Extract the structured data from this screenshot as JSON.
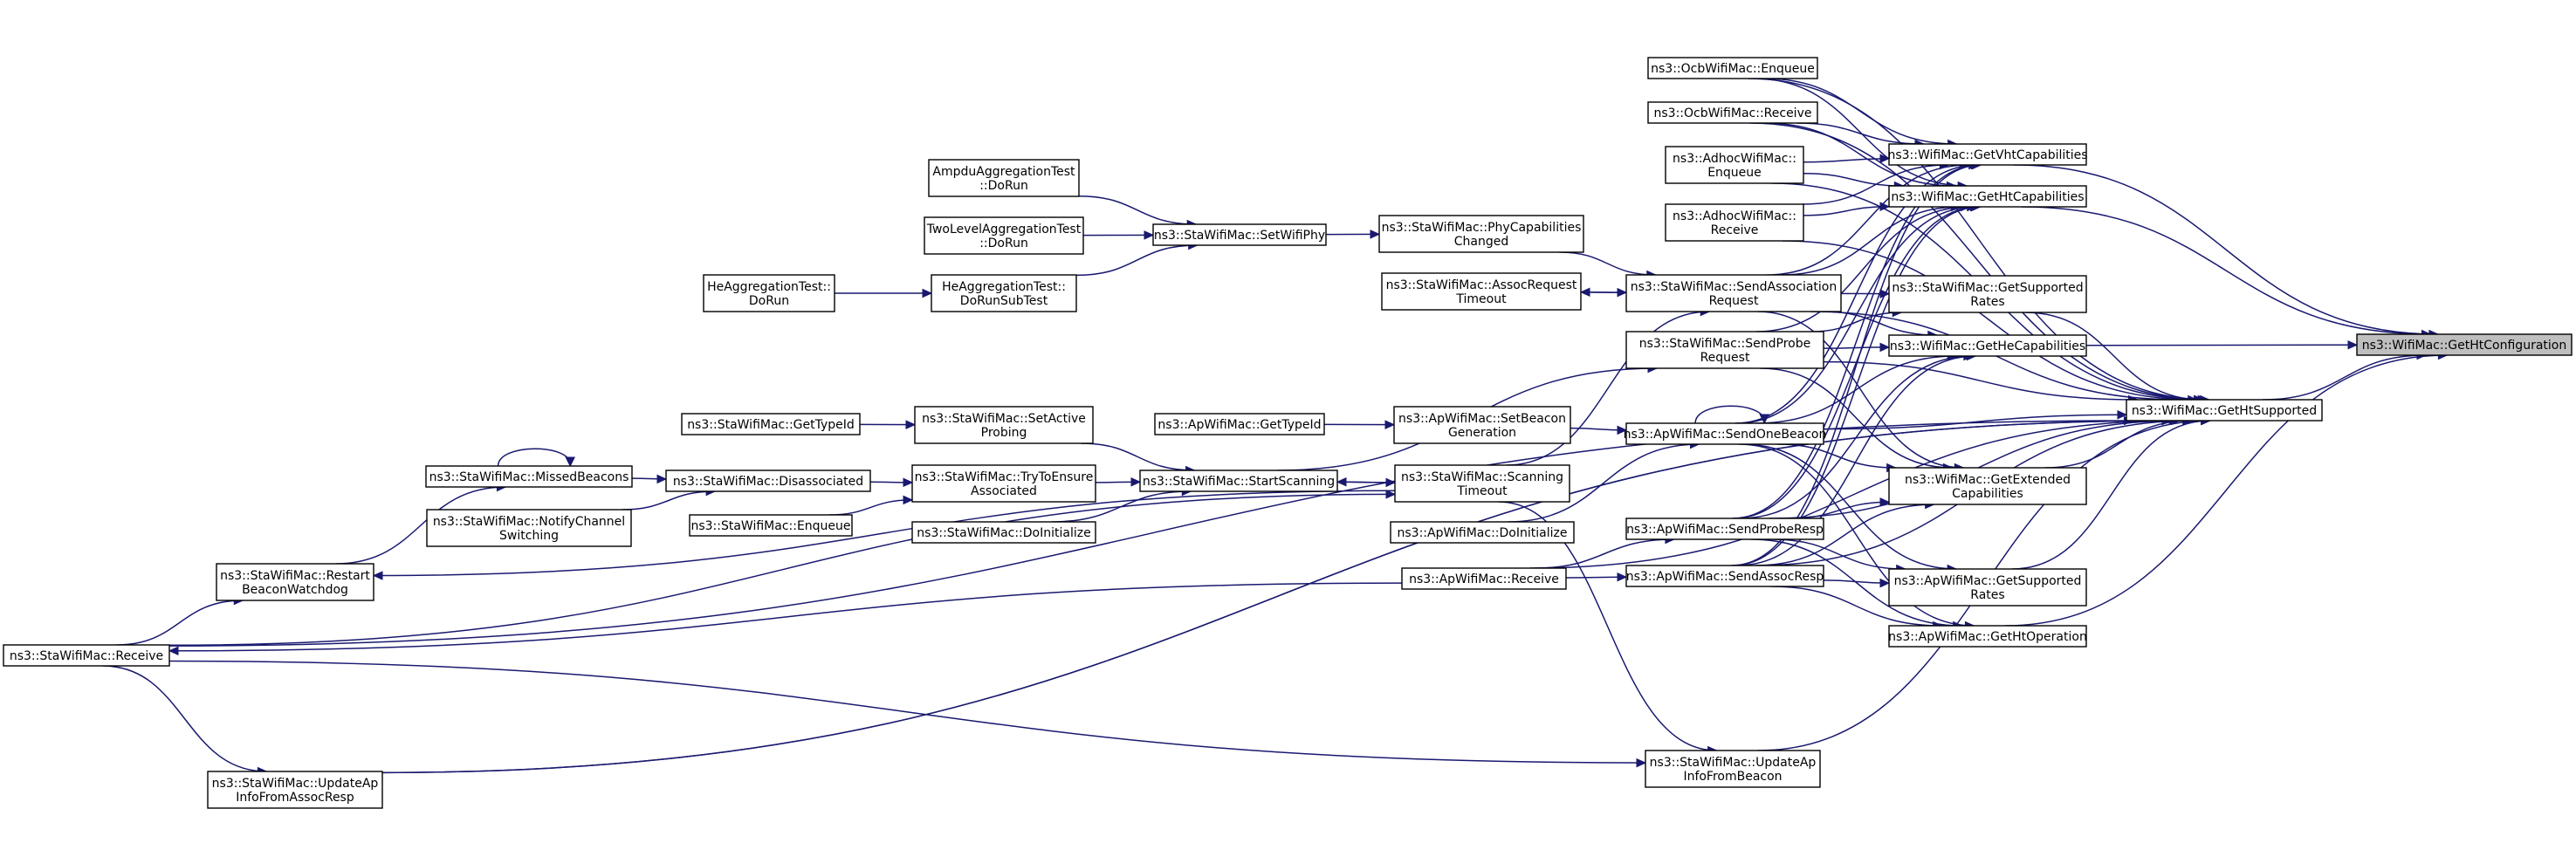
{
  "colors": {
    "edge": "#191970",
    "node_border": "#000000",
    "highlight_fill": "#bfbfbf"
  },
  "nodes": {
    "target": [
      "ns3::WifiMac::GetHtConfiguration"
    ],
    "getHtSupported": [
      "ns3::WifiMac::GetHtSupported"
    ],
    "getVht": [
      "ns3::WifiMac::GetVhtCapabilities"
    ],
    "getHtCap": [
      "ns3::WifiMac::GetHtCapabilities"
    ],
    "staGetSupRates": [
      "ns3::StaWifiMac::GetSupported",
      "Rates"
    ],
    "getHeCap": [
      "ns3::WifiMac::GetHeCapabilities"
    ],
    "getExtCap": [
      "ns3::WifiMac::GetExtended",
      "Capabilities"
    ],
    "apGetSupRates": [
      "ns3::ApWifiMac::GetSupported",
      "Rates"
    ],
    "apGetHtOp": [
      "ns3::ApWifiMac::GetHtOperation"
    ],
    "ocbEnqueue": [
      "ns3::OcbWifiMac::Enqueue"
    ],
    "ocbReceive": [
      "ns3::OcbWifiMac::Receive"
    ],
    "adhocEnqueue": [
      "ns3::AdhocWifiMac::",
      "Enqueue"
    ],
    "adhocReceive": [
      "ns3::AdhocWifiMac::",
      "Receive"
    ],
    "sendAssocReq": [
      "ns3::StaWifiMac::SendAssociation",
      "Request"
    ],
    "sendProbeReq": [
      "ns3::StaWifiMac::SendProbe",
      "Request"
    ],
    "sendOneBeacon": [
      "ns3::ApWifiMac::SendOneBeacon"
    ],
    "sendProbeResp": [
      "ns3::ApWifiMac::SendProbeResp"
    ],
    "sendAssocResp": [
      "ns3::ApWifiMac::SendAssocResp"
    ],
    "updateApFromBeacon": [
      "ns3::StaWifiMac::UpdateAp",
      "InfoFromBeacon"
    ],
    "phyCapChanged": [
      "ns3::StaWifiMac::PhyCapabilities",
      "Changed"
    ],
    "assocReqTimeout": [
      "ns3::StaWifiMac::AssocRequest",
      "Timeout"
    ],
    "apGetTypeId": [
      "ns3::ApWifiMac::GetTypeId"
    ],
    "setBeaconGen": [
      "ns3::ApWifiMac::SetBeacon",
      "Generation"
    ],
    "scanningTimeout": [
      "ns3::StaWifiMac::Scanning",
      "Timeout"
    ],
    "apDoInitialize": [
      "ns3::ApWifiMac::DoInitialize"
    ],
    "apReceive": [
      "ns3::ApWifiMac::Receive"
    ],
    "setWifiPhy": [
      "ns3::StaWifiMac::SetWifiPhy"
    ],
    "startScanning": [
      "ns3::StaWifiMac::StartScanning"
    ],
    "ampduTest": [
      "AmpduAggregationTest",
      "::DoRun"
    ],
    "twoLevelTest": [
      "TwoLevelAggregationTest",
      "::DoRun"
    ],
    "heTestSub": [
      "HeAggregationTest::",
      "DoRunSubTest"
    ],
    "heTestRun": [
      "HeAggregationTest::",
      "DoRun"
    ],
    "staGetTypeId": [
      "ns3::StaWifiMac::GetTypeId"
    ],
    "setActiveProbing": [
      "ns3::StaWifiMac::SetActive",
      "Probing"
    ],
    "tryToEnsure": [
      "ns3::StaWifiMac::TryToEnsure",
      "Associated"
    ],
    "staEnqueue": [
      "ns3::StaWifiMac::Enqueue"
    ],
    "staDoInitialize": [
      "ns3::StaWifiMac::DoInitialize"
    ],
    "missedBeacons": [
      "ns3::StaWifiMac::MissedBeacons"
    ],
    "disassociated": [
      "ns3::StaWifiMac::Disassociated"
    ],
    "notifyChannelSwitching": [
      "ns3::StaWifiMac::NotifyChannel",
      "Switching"
    ],
    "restartBeaconWatchdog": [
      "ns3::StaWifiMac::Restart",
      "BeaconWatchdog"
    ],
    "staReceive": [
      "ns3::StaWifiMac::Receive"
    ],
    "updateApFromAssocResp": [
      "ns3::StaWifiMac::UpdateAp",
      "InfoFromAssocResp"
    ]
  }
}
